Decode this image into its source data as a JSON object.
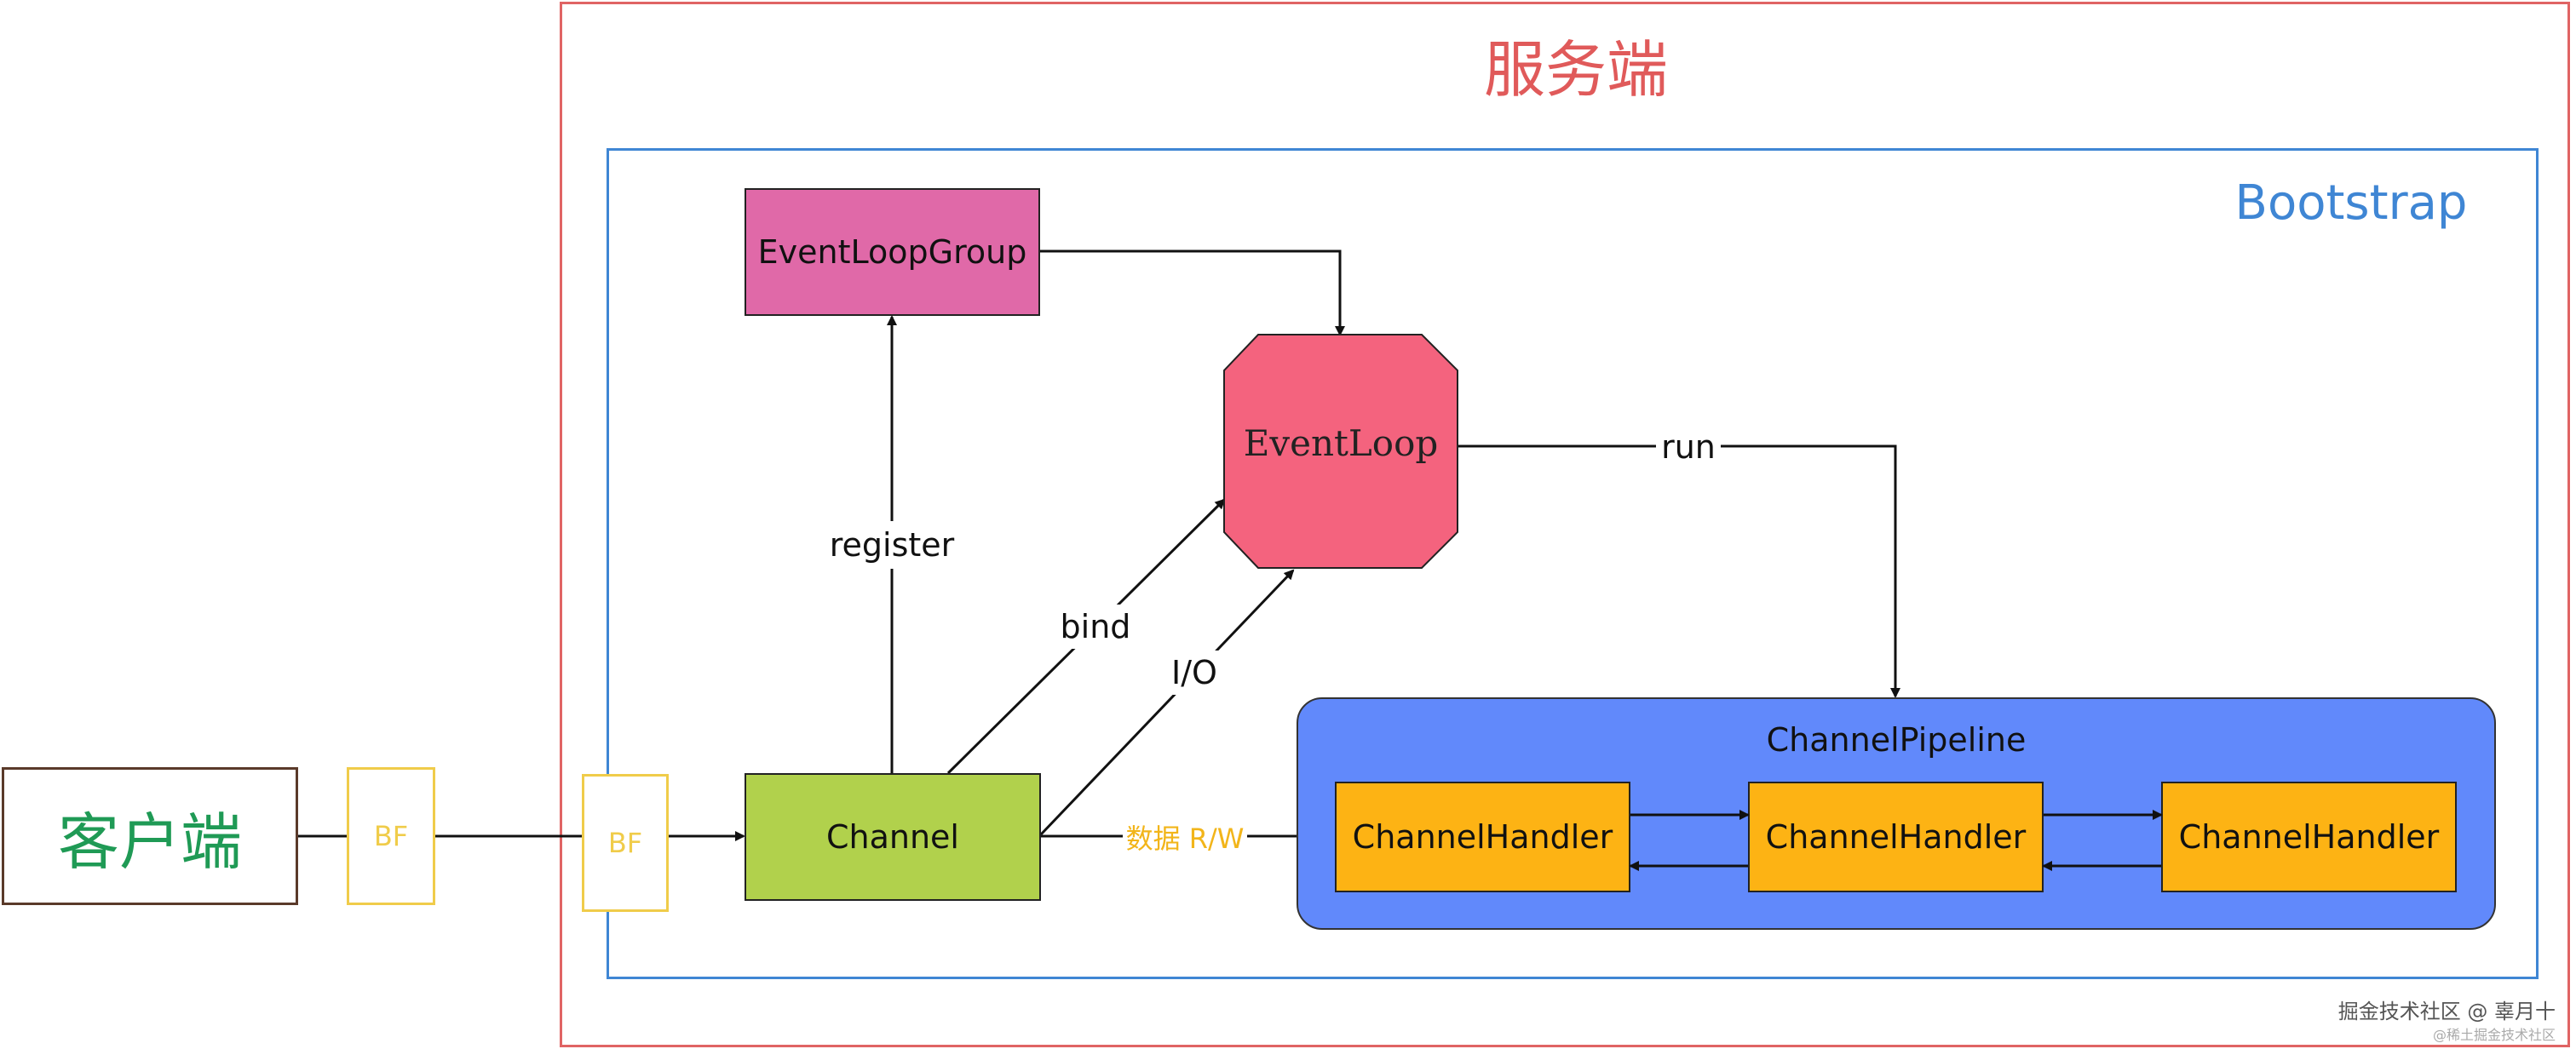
{
  "client": {
    "label": "客户端"
  },
  "buffers": {
    "client_side": "BF",
    "server_side": "BF"
  },
  "server": {
    "title": "服务端"
  },
  "bootstrap": {
    "title": "Bootstrap"
  },
  "nodes": {
    "event_loop_group": "EventLoopGroup",
    "event_loop": "EventLoop",
    "channel": "Channel",
    "channel_pipeline": "ChannelPipeline",
    "handlers": [
      "ChannelHandler",
      "ChannelHandler",
      "ChannelHandler"
    ]
  },
  "edges": {
    "register": "register",
    "bind": "bind",
    "io": "I/O",
    "run": "run",
    "data_rw": "数据 R/W"
  },
  "watermark": {
    "main": "掘金技术社区 @ 辜月十",
    "sub": "@稀土掘金技术社区"
  },
  "colors": {
    "server_border": "#e06464",
    "server_title": "#e05a5a",
    "bootstrap_border": "#3f86d4",
    "bootstrap_title": "#3f86d4",
    "client_text": "#1f9a55",
    "client_border": "#5a3a2a",
    "buffer": "#f0cc4a",
    "event_loop_group": "#e069a8",
    "event_loop": "#f4637e",
    "channel": "#b1d14c",
    "pipeline": "#6189fb",
    "handler": "#fdb314",
    "data_rw": "#f2b51a"
  }
}
